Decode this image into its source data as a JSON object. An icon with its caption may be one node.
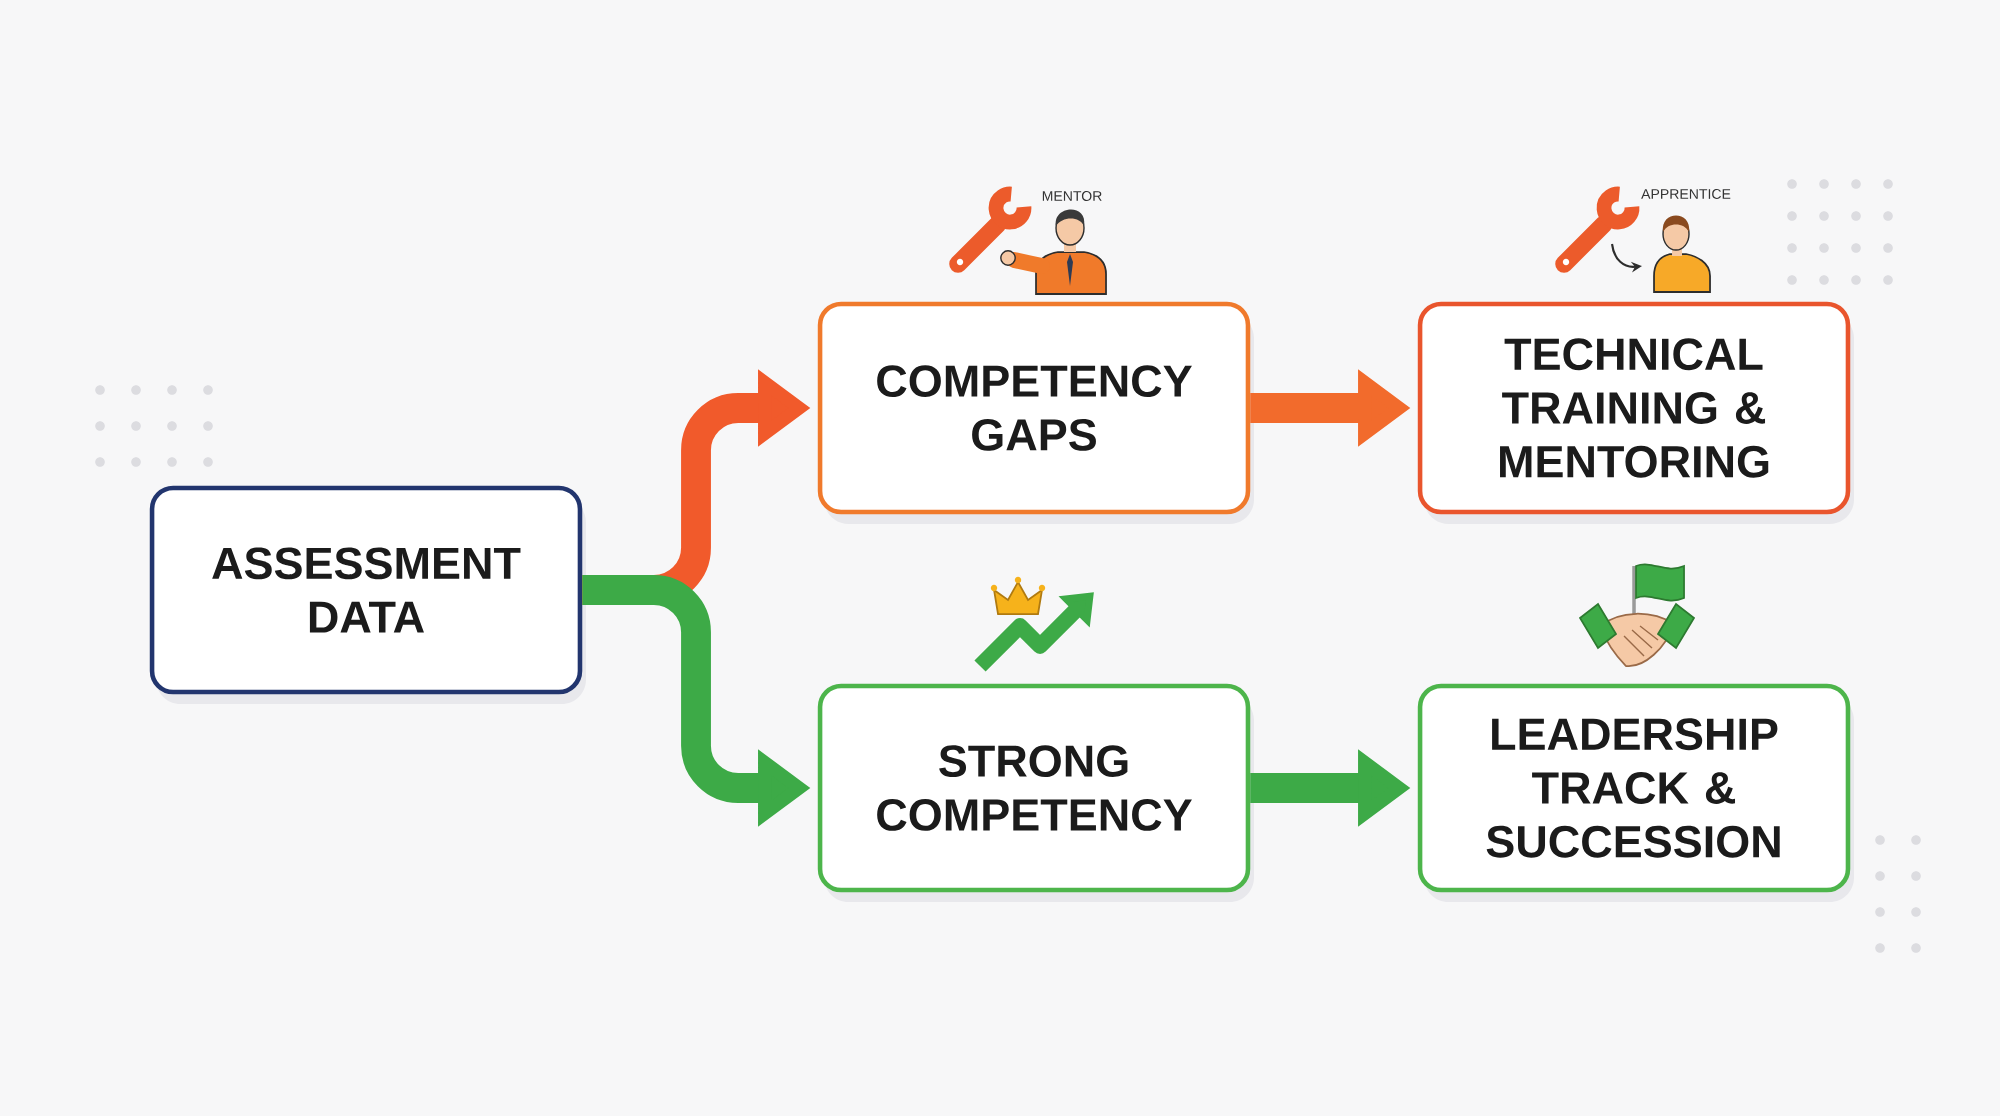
{
  "diagram": {
    "nodes": [
      {
        "text": [
          "ASSESSMENT DATA"
        ]
      },
      {
        "text": [
          "COMPETENCY GAPS"
        ]
      },
      {
        "text": [
          "TECHNICAL TRAINING & MENTORING"
        ]
      },
      {
        "text": [
          "STRONG COMPETENCY"
        ]
      },
      {
        "text": [
          "LEADERSHIP TRACK & SUCCESSION"
        ]
      }
    ],
    "edges": [
      {
        "from": 0,
        "to": 1,
        "arrow": "to",
        "color": "#f15a2b"
      },
      {
        "from": 0,
        "to": 3,
        "arrow": "to",
        "color": "#3daa47"
      },
      {
        "from": 1,
        "to": 2,
        "arrow": "to",
        "color": "#f26b2c"
      },
      {
        "from": 3,
        "to": 4,
        "arrow": "to",
        "color": "#3daa47"
      }
    ],
    "labels": [
      "MENTOR",
      "APPRENTICE"
    ]
  }
}
